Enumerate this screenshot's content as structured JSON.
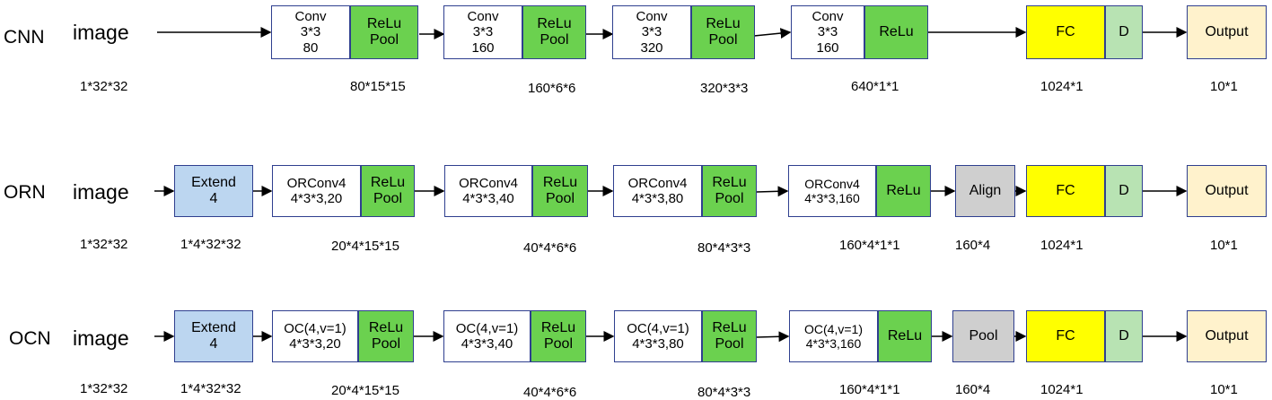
{
  "rows": [
    {
      "label": "CNN",
      "input": "image",
      "blocks": [
        {
          "conv": [
            "Conv",
            "3*3",
            "80"
          ],
          "act": [
            "ReLu",
            "Pool"
          ]
        },
        {
          "conv": [
            "Conv",
            "3*3",
            "160"
          ],
          "act": [
            "ReLu",
            "Pool"
          ]
        },
        {
          "conv": [
            "Conv",
            "3*3",
            "320"
          ],
          "act": [
            "ReLu",
            "Pool"
          ]
        },
        {
          "conv": [
            "Conv",
            "3*3",
            "160"
          ],
          "act": [
            "ReLu"
          ]
        }
      ],
      "fc": "FC",
      "d": "D",
      "output": "Output",
      "dims": [
        "1*32*32",
        "80*15*15",
        "160*6*6",
        "320*3*3",
        "640*1*1",
        "1024*1",
        "10*1"
      ]
    },
    {
      "label": "ORN",
      "input": "image",
      "extend": [
        "Extend",
        "4"
      ],
      "blocks": [
        {
          "conv": [
            "ORConv4",
            "4*3*3,20"
          ],
          "act": [
            "ReLu",
            "Pool"
          ]
        },
        {
          "conv": [
            "ORConv4",
            "4*3*3,40"
          ],
          "act": [
            "ReLu",
            "Pool"
          ]
        },
        {
          "conv": [
            "ORConv4",
            "4*3*3,80"
          ],
          "act": [
            "ReLu",
            "Pool"
          ]
        },
        {
          "conv": [
            "ORConv4",
            "4*3*3,160"
          ],
          "act": [
            "ReLu"
          ]
        }
      ],
      "post": "Align",
      "fc": "FC",
      "d": "D",
      "output": "Output",
      "dims": [
        "1*32*32",
        "1*4*32*32",
        "20*4*15*15",
        "40*4*6*6",
        "80*4*3*3",
        "160*4*1*1",
        "160*4",
        "1024*1",
        "10*1"
      ]
    },
    {
      "label": "OCN",
      "input": "image",
      "extend": [
        "Extend",
        "4"
      ],
      "blocks": [
        {
          "conv": [
            "OC(4,v=1)",
            "4*3*3,20"
          ],
          "act": [
            "ReLu",
            "Pool"
          ]
        },
        {
          "conv": [
            "OC(4,v=1)",
            "4*3*3,40"
          ],
          "act": [
            "ReLu",
            "Pool"
          ]
        },
        {
          "conv": [
            "OC(4,v=1)",
            "4*3*3,80"
          ],
          "act": [
            "ReLu",
            "Pool"
          ]
        },
        {
          "conv": [
            "OC(4,v=1)",
            "4*3*3,160"
          ],
          "act": [
            "ReLu"
          ]
        }
      ],
      "post": "Pool",
      "fc": "FC",
      "d": "D",
      "output": "Output",
      "dims": [
        "1*32*32",
        "1*4*32*32",
        "20*4*15*15",
        "40*4*6*6",
        "80*4*3*3",
        "160*4*1*1",
        "160*4",
        "1024*1",
        "10*1"
      ]
    }
  ]
}
